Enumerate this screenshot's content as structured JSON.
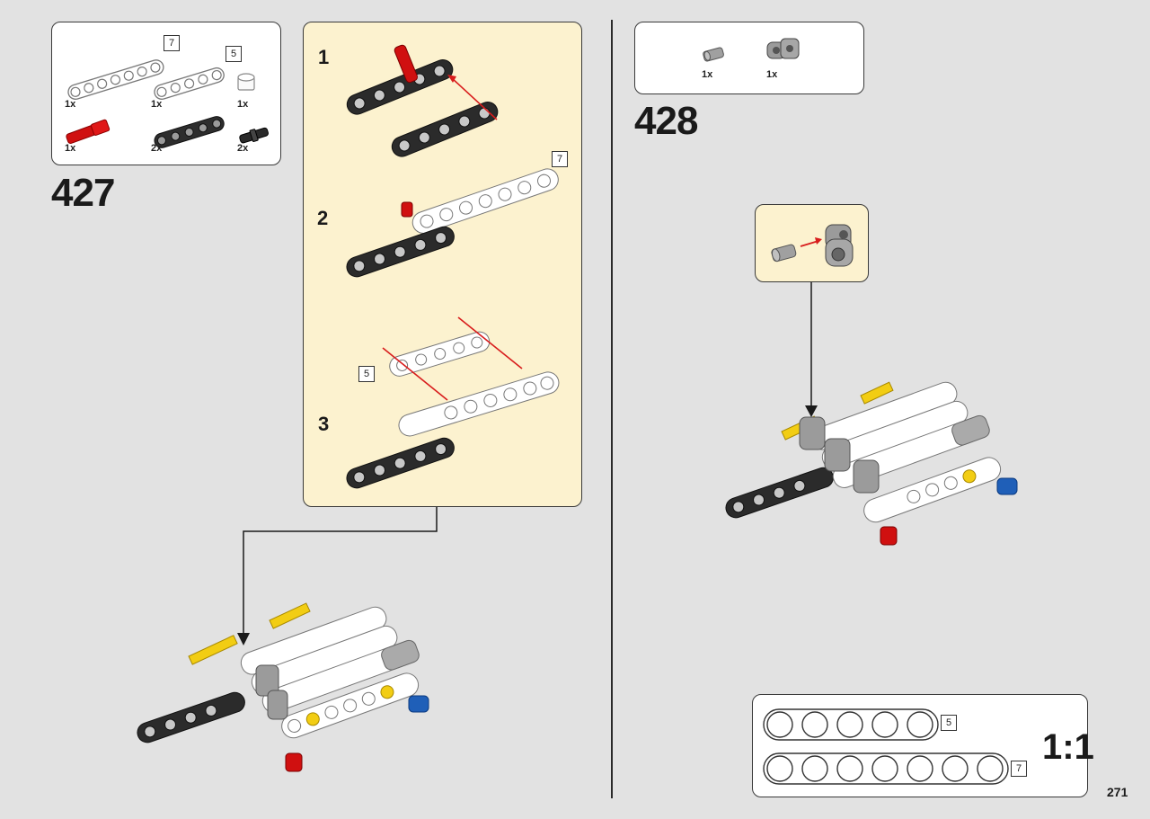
{
  "step_427": {
    "number": "427",
    "parts": [
      {
        "qty": "1x",
        "icon": "white-beam-7-icon",
        "length": "7"
      },
      {
        "qty": "1x",
        "icon": "white-beam-5-icon",
        "length": "5"
      },
      {
        "qty": "1x",
        "icon": "white-bush-icon"
      },
      {
        "qty": "1x",
        "icon": "red-axle-pin-icon"
      },
      {
        "qty": "2x",
        "icon": "black-beam-5-icon"
      },
      {
        "qty": "2x",
        "icon": "black-friction-pin-icon"
      }
    ],
    "substeps": [
      {
        "number": "1"
      },
      {
        "number": "2",
        "length": "7"
      },
      {
        "number": "3",
        "length": "5"
      }
    ]
  },
  "step_428": {
    "number": "428",
    "parts": [
      {
        "qty": "1x",
        "icon": "grey-bush-icon"
      },
      {
        "qty": "1x",
        "icon": "grey-connector-icon"
      }
    ]
  },
  "scale_ruler": {
    "scale": "1:1",
    "beams": [
      {
        "holes": 5,
        "length": "5"
      },
      {
        "holes": 7,
        "length": "7"
      }
    ]
  },
  "page_number": "271",
  "colors": {
    "background": "#e2e2e2",
    "callout": "#fcf2cf",
    "red": "#d01010",
    "yellow": "#f2cd13",
    "blue": "#1f5fb8",
    "black_beam": "#2b2b2b",
    "grey_part": "#9b9b9b"
  }
}
